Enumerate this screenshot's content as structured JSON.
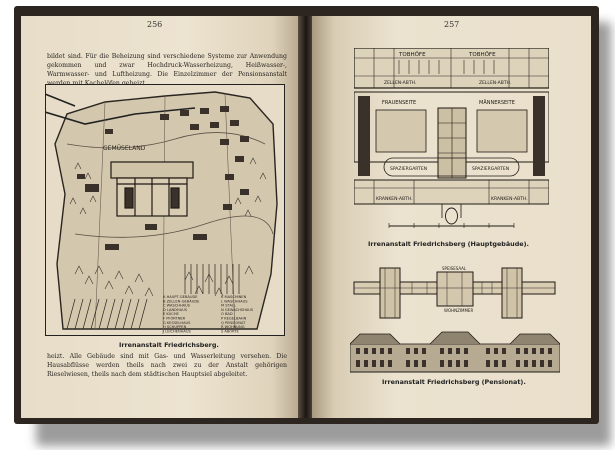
{
  "book": {
    "left_page": {
      "page_number": "256",
      "text_top": "bildet sind. Für die Beheizung sind verschiedene Systeme zur Anwendung gekommen und zwar Hochdruck-Wasserheizung, Heißwasser-, Warmwasser- und Luftheizung. Die Einzelzimmer der Pensionsanstalt werden mit Kachelöfen geheizt.",
      "figure": {
        "caption": "Irrenanstalt Friedrichsberg.",
        "map_label": "GEMÜSELAND",
        "legend": [
          "A HAUPT-GEBÄUDE",
          "B ZELLEN-GEBÄUDE",
          "C WASCHHAUS",
          "D LANDHAUS",
          "E KÜCHE",
          "F PFÖRTNER",
          "G KESSELHAUS",
          "H SCHUPPEN",
          "I LEICHENHAUS",
          "K MASCHINEN",
          "L WASCHHAUS",
          "M STALL",
          "N GEWÄCHSHAUS",
          "O BAD",
          "P KEGELBAHN",
          "Q PENSIONAT",
          "R WOHNUNG",
          "S ABORTE"
        ]
      },
      "text_bottom": "heizt. Alle Gebäude sind mit Gas- und Wasserleitung versehen. Die Hausabflüsse werden theils nach zwei zu der Anstalt gehörigen Rieselwiesen, theils nach dem städtischen Hauptsiel abgeleitet."
    },
    "right_page": {
      "page_number": "257",
      "plan_labels": {
        "courtyards": [
          "TOBHÖFE",
          "TOBHÖFE"
        ],
        "cells": [
          "ZELLEN-ABTH.",
          "ZELLEN-ABTH."
        ],
        "women": "FRAUENSEITE",
        "men": "MÄNNERSEITE",
        "gardens": [
          "SPAZIERGARTEN",
          "SPAZIERGARTEN"
        ],
        "sick": [
          "KRANKEN-ABTH.",
          "KRANKEN-ABTH."
        ]
      },
      "caption_main": "Irrenanstalt Friedrichsberg (Hauptgebäude).",
      "pension_labels": [
        "SPEISESAAL",
        "WOHNZIMMER"
      ],
      "caption_pension": "Irrenanstalt Friedrichsberg (Pensionat)."
    }
  },
  "colors": {
    "ink": "#2b2622",
    "paper": "#e9dfcb",
    "binding": "#2d2620"
  }
}
